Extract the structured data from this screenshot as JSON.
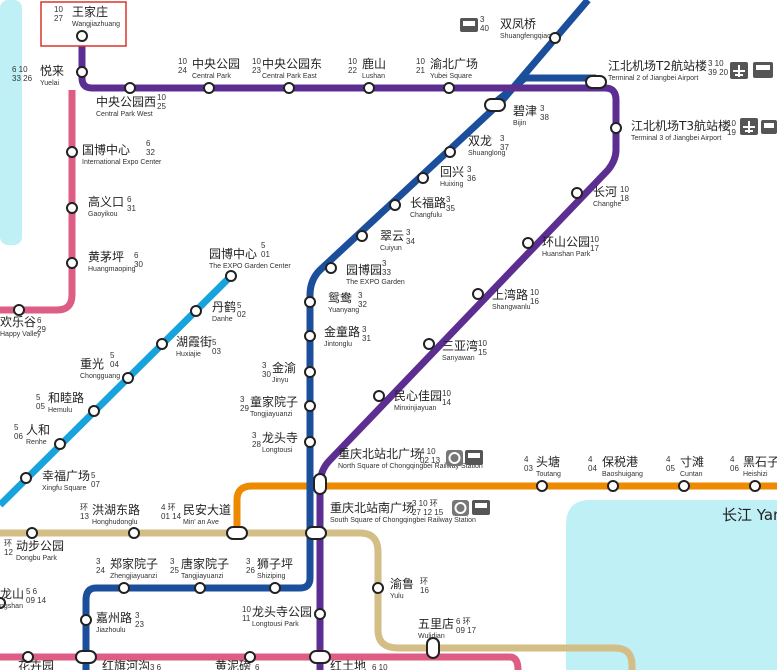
{
  "colors": {
    "line3": "#1b4f9c",
    "line4": "#ee8a00",
    "line5": "#19a3dc",
    "line6": "#de5d84",
    "line10": "#5c2e91",
    "loop": "#d3be86",
    "water": "#bff0f5",
    "highlight": "#d9352b"
  },
  "river": {
    "name": "长江 Yan"
  },
  "stations": [
    {
      "id": "wangjiazhuang",
      "cn": "王家庄",
      "en": "Wangjiazhuang",
      "lines": "10",
      "codes": "27"
    },
    {
      "id": "yuelai",
      "cn": "悦来",
      "en": "Yuelai",
      "lines": "6 10",
      "codes": "33 26"
    },
    {
      "id": "zhongyanggongyuan",
      "cn": "中央公园",
      "en": "Central Park",
      "lines": "10",
      "codes": "24"
    },
    {
      "id": "zhongyanggongyuandong",
      "cn": "中央公园东",
      "en": "Central Park East",
      "lines": "10",
      "codes": "23"
    },
    {
      "id": "lushan",
      "cn": "鹿山",
      "en": "Lushan",
      "lines": "10",
      "codes": "22"
    },
    {
      "id": "yubeiguangchang",
      "cn": "渝北广场",
      "en": "Yubei Square",
      "lines": "10",
      "codes": "21"
    },
    {
      "id": "zhongyanggongyuanxi",
      "cn": "中央公园西",
      "en": "Central Park West",
      "lines": "10",
      "codes": "25"
    },
    {
      "id": "shuangfengqiao",
      "cn": "双凤桥",
      "en": "Shuangfengqiao",
      "lines": "3",
      "codes": "40"
    },
    {
      "id": "t2",
      "cn": "江北机场T2航站楼",
      "en": "Terminal 2 of Jiangbei Airport",
      "lines": "3 10",
      "codes": "39 20"
    },
    {
      "id": "t3",
      "cn": "江北机场T3航站楼",
      "en": "Terminal 3 of Jiangbei Airport",
      "lines": "10",
      "codes": "19"
    },
    {
      "id": "bijin",
      "cn": "碧津",
      "en": "Bijin",
      "lines": "3",
      "codes": "38"
    },
    {
      "id": "shuanglong",
      "cn": "双龙",
      "en": "Shuanglong",
      "lines": "3",
      "codes": "37"
    },
    {
      "id": "huixing",
      "cn": "回兴",
      "en": "Huixing",
      "lines": "3",
      "codes": "36"
    },
    {
      "id": "changfulu",
      "cn": "长福路",
      "en": "Changfulu",
      "lines": "3",
      "codes": "35"
    },
    {
      "id": "cuiyun",
      "cn": "翠云",
      "en": "Cuiyun",
      "lines": "3",
      "codes": "34"
    },
    {
      "id": "yuanboyuan",
      "cn": "园博园",
      "en": "The EXPO Garden",
      "lines": "3",
      "codes": "33"
    },
    {
      "id": "yuanyang",
      "cn": "鸳鸯",
      "en": "Yuanyang",
      "lines": "3",
      "codes": "32"
    },
    {
      "id": "jintonglu",
      "cn": "金童路",
      "en": "Jintonglu",
      "lines": "3",
      "codes": "31"
    },
    {
      "id": "jinyu",
      "cn": "金渝",
      "en": "Jinyu",
      "lines": "3",
      "codes": "30"
    },
    {
      "id": "tongjiayuanzi",
      "cn": "童家院子",
      "en": "Tongjiayuanzi",
      "lines": "3",
      "codes": "29"
    },
    {
      "id": "longtousi",
      "cn": "龙头寺",
      "en": "Longtousi",
      "lines": "3",
      "codes": "28"
    },
    {
      "id": "changhe",
      "cn": "长河",
      "en": "Changhe",
      "lines": "10",
      "codes": "18"
    },
    {
      "id": "huanshangongyuan",
      "cn": "环山公园",
      "en": "Huanshan Park",
      "lines": "10",
      "codes": "17"
    },
    {
      "id": "shangwanlu",
      "cn": "上湾路",
      "en": "Shangwanlu",
      "lines": "10",
      "codes": "16"
    },
    {
      "id": "sanyawan",
      "cn": "三亚湾",
      "en": "Sanyawan",
      "lines": "10",
      "codes": "15"
    },
    {
      "id": "minxinjiayuan",
      "cn": "民心佳园",
      "en": "Minxinjiayuan",
      "lines": "10",
      "codes": "14"
    },
    {
      "id": "guobozhongxin",
      "cn": "国博中心",
      "en": "International Expo Center",
      "lines": "6",
      "codes": "32"
    },
    {
      "id": "gaoyikou",
      "cn": "高义口",
      "en": "Gaoyikou",
      "lines": "6",
      "codes": "31"
    },
    {
      "id": "huangmaoping",
      "cn": "黄茅坪",
      "en": "Huangmaoping",
      "lines": "6",
      "codes": "30"
    },
    {
      "id": "huanlegu",
      "cn": "欢乐谷",
      "en": "Happy Valley",
      "lines": "6",
      "codes": "29"
    },
    {
      "id": "yuanbozhongxin",
      "cn": "园博中心",
      "en": "The EXPO Garden Center",
      "lines": "5",
      "codes": "01"
    },
    {
      "id": "danhe",
      "cn": "丹鹤",
      "en": "Danhe",
      "lines": "5",
      "codes": "02"
    },
    {
      "id": "huxiajie",
      "cn": "湖霞街",
      "en": "Huxiajie",
      "lines": "5",
      "codes": "03"
    },
    {
      "id": "chongguang",
      "cn": "重光",
      "en": "Chongguang",
      "lines": "5",
      "codes": "04"
    },
    {
      "id": "hemulu",
      "cn": "和睦路",
      "en": "Hemulu",
      "lines": "5",
      "codes": "05"
    },
    {
      "id": "renhe",
      "cn": "人和",
      "en": "Renhe",
      "lines": "5",
      "codes": "06"
    },
    {
      "id": "xingfuguangchang",
      "cn": "幸福广场",
      "en": "Xingfu Square",
      "lines": "5",
      "codes": "07"
    },
    {
      "id": "beizhan_n",
      "cn": "重庆北站北广场",
      "en": "North Square of Chongqingbei Railway Station",
      "lines": "4 10",
      "codes": "02 13"
    },
    {
      "id": "beizhan_s",
      "cn": "重庆北站南广场",
      "en": "South Square of Chongqingbei Railway Station",
      "lines": "3 10 环",
      "codes": "27 12 15"
    },
    {
      "id": "toutang",
      "cn": "头塘",
      "en": "Toutang",
      "lines": "4",
      "codes": "03"
    },
    {
      "id": "baoshuigang",
      "cn": "保税港",
      "en": "Baoshuigang",
      "lines": "4",
      "codes": "04"
    },
    {
      "id": "cuntan",
      "cn": "寸滩",
      "en": "Cuntan",
      "lines": "4",
      "codes": "05"
    },
    {
      "id": "heishizi",
      "cn": "黑石子",
      "en": "Heishizi",
      "lines": "4",
      "codes": "06"
    },
    {
      "id": "hongjiudonglu",
      "cn": "洪湖东路",
      "en": "Honghudonglu",
      "lines": "环",
      "codes": "13"
    },
    {
      "id": "minandadao",
      "cn": "民安大道",
      "en": "Min' an Ave",
      "lines": "4 环",
      "codes": "01 14"
    },
    {
      "id": "dongbugongyuan",
      "cn": "动步公园",
      "en": "Dongbu Park",
      "lines": "环",
      "codes": "12"
    },
    {
      "id": "zhengjiayuanzi",
      "cn": "郑家院子",
      "en": "Zhengjiayuanzi",
      "lines": "3",
      "codes": "24"
    },
    {
      "id": "tangjiayuanzi",
      "cn": "唐家院子",
      "en": "Tangjiayuanzi",
      "lines": "3",
      "codes": "25"
    },
    {
      "id": "shiziping",
      "cn": "狮子坪",
      "en": "Shiziping",
      "lines": "3",
      "codes": "26"
    },
    {
      "id": "yulu",
      "cn": "渝鲁",
      "en": "Yulu",
      "lines": "环",
      "codes": "16"
    },
    {
      "id": "wulidian",
      "cn": "五里店",
      "en": "Wulidian",
      "lines": "6 环",
      "codes": "09 17"
    },
    {
      "id": "longtousigongyuan",
      "cn": "龙头寺公园",
      "en": "Longtousi Park",
      "lines": "10",
      "codes": "11"
    },
    {
      "id": "jiazhoulu",
      "cn": "嘉州路",
      "en": "Jiazhoulu",
      "lines": "3",
      "codes": "23"
    },
    {
      "id": "longshan",
      "cn": "龙山",
      "en": "ngshan",
      "lines": "5 6",
      "codes": "09 14"
    },
    {
      "id": "huayuan",
      "cn": "花卉园",
      "en": "",
      "lines": "",
      "codes": ""
    },
    {
      "id": "hongqihegou",
      "cn": "红旗河沟",
      "en": "",
      "lines": "3 6",
      "codes": ""
    },
    {
      "id": "huangnibang",
      "cn": "黄泥磅",
      "en": "",
      "lines": "6",
      "codes": ""
    },
    {
      "id": "hongtudi",
      "cn": "红土地",
      "en": "",
      "lines": "6 10",
      "codes": ""
    }
  ]
}
